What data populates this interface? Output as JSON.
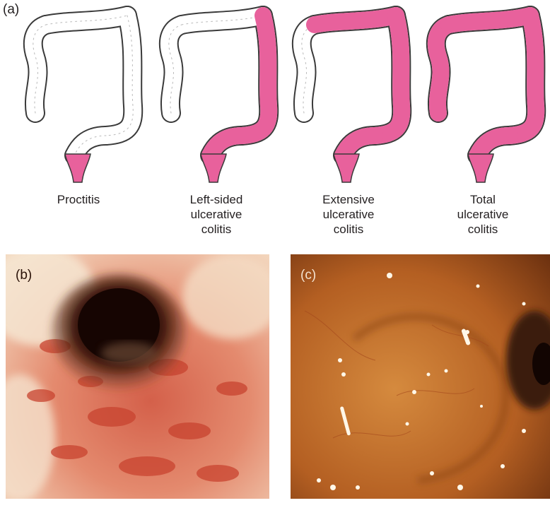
{
  "figure": {
    "panels": [
      {
        "id": "a",
        "label": "(a)"
      },
      {
        "id": "b",
        "label": "(b)"
      },
      {
        "id": "c",
        "label": "(c)"
      }
    ],
    "diagrams": [
      {
        "caption": "Proctitis",
        "affected": "rectum"
      },
      {
        "caption": "Left-sided\nulcerative\ncolitis",
        "affected": "rectum, sigmoid and descending colon"
      },
      {
        "caption": "Extensive\nulcerative\ncolitis",
        "affected": "rectum to transverse colon"
      },
      {
        "caption": "Total\nulcerative\ncolitis",
        "affected": "entire colon"
      }
    ],
    "colors": {
      "affected": "#e8619c",
      "unaffected": "#ffffff",
      "outline": "#3a3a3a"
    }
  }
}
